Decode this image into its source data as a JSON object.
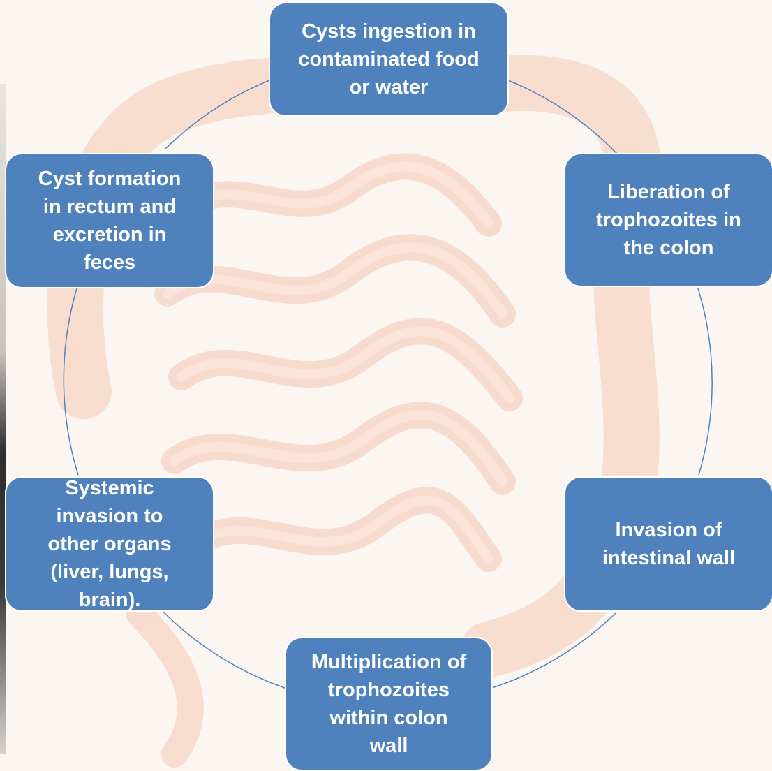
{
  "cycle_diagram": {
    "nodes": [
      {
        "id": "top",
        "label": "Cysts ingestion in\ncontaminated food\nor water"
      },
      {
        "id": "right-upper",
        "label": "Liberation of\ntrophozoites in\nthe colon"
      },
      {
        "id": "right-lower",
        "label": "Invasion of\nintestinal wall"
      },
      {
        "id": "bottom",
        "label": "Multiplication of\ntrophozoites\nwithin colon\nwall"
      },
      {
        "id": "left-lower",
        "label": "Systemic\ninvasion to\nother organs\n(liver, lungs,\nbrain)."
      },
      {
        "id": "left-upper",
        "label": "Cyst formation\nin rectum and\nexcretion in\nfeces"
      }
    ],
    "colors": {
      "node_fill": "#4f81bd",
      "node_border": "#ffffff",
      "node_text": "#ffffff",
      "connector": "#4f81bd",
      "corner_tab": "#f79646"
    }
  }
}
